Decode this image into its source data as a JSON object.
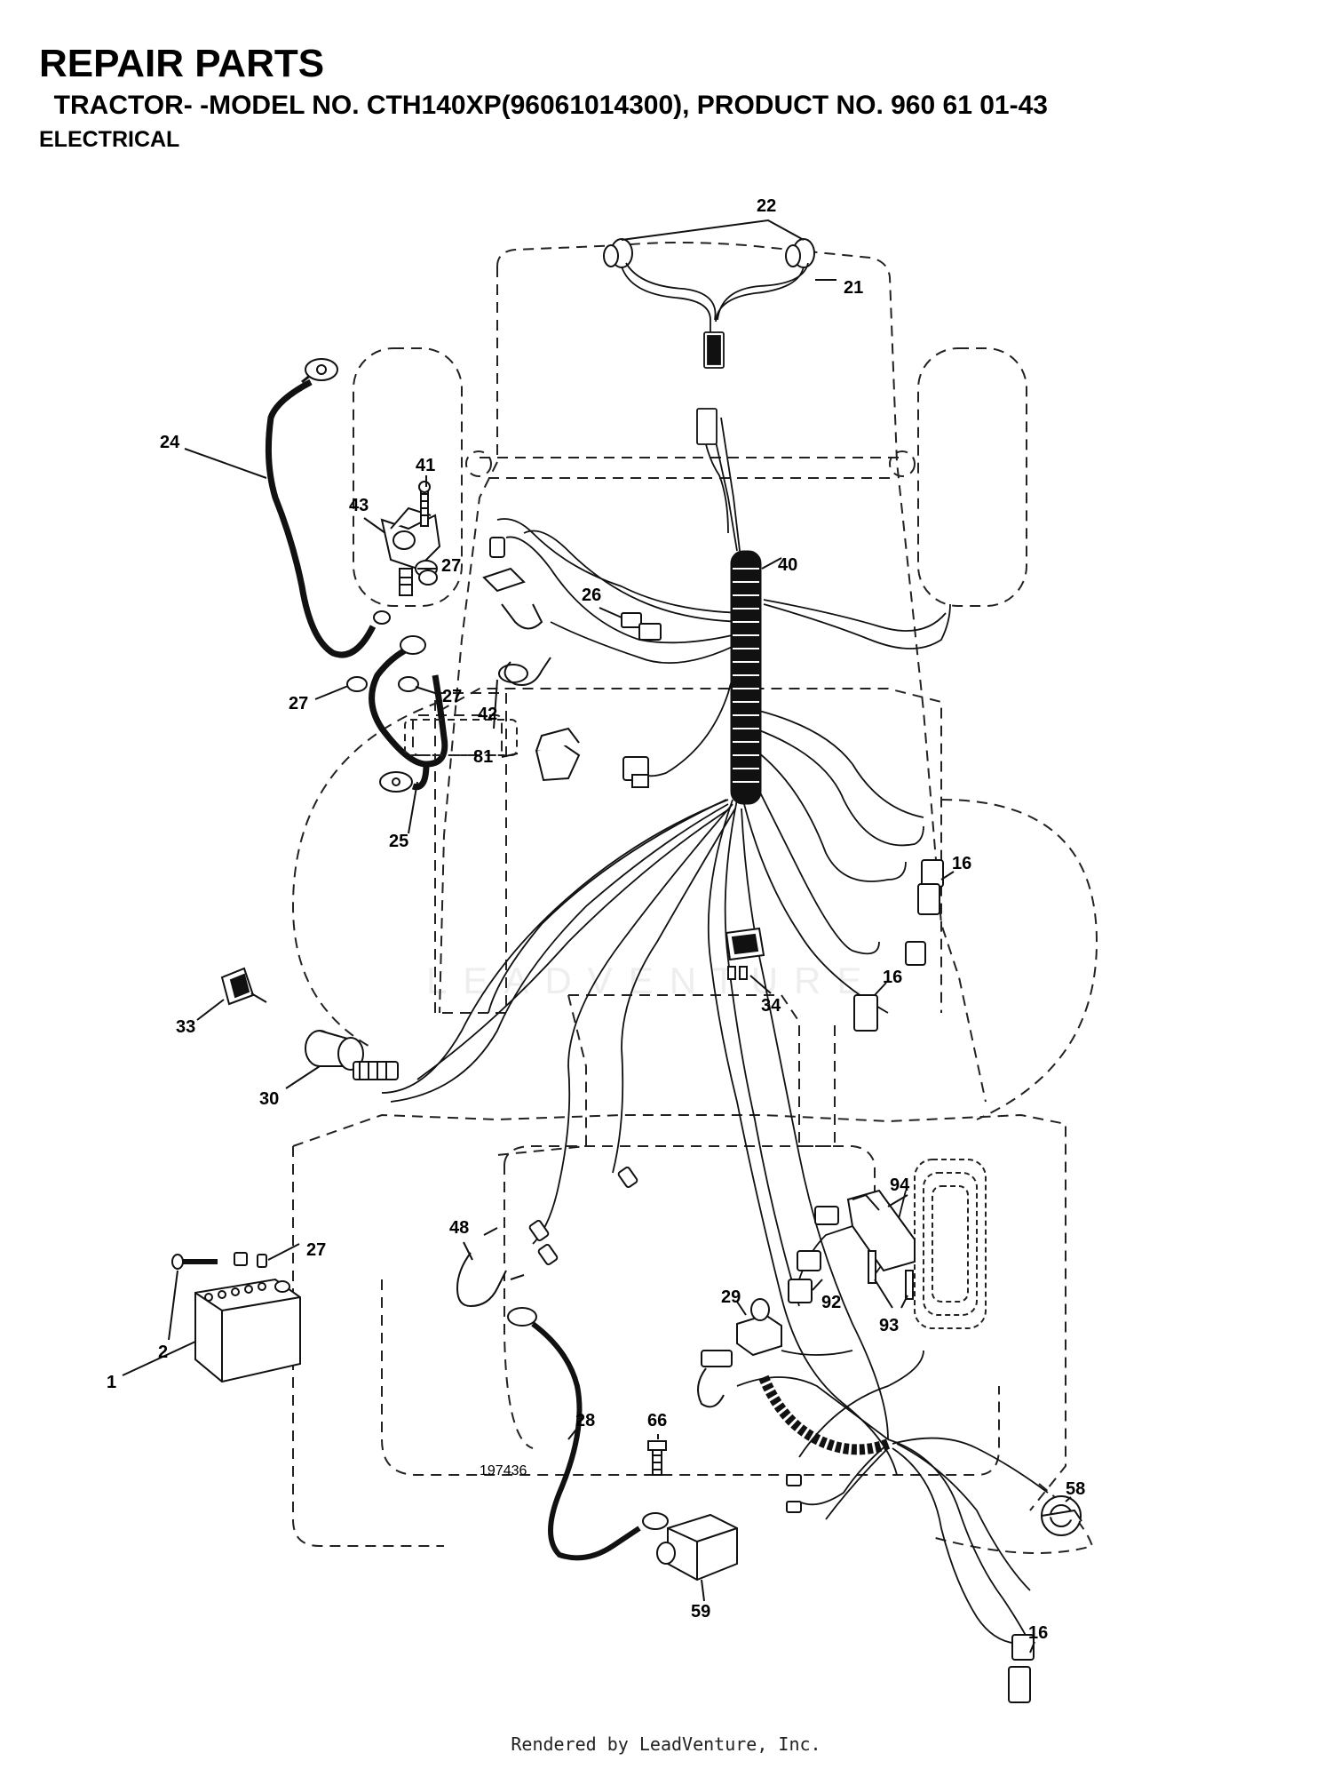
{
  "header": {
    "title": "REPAIR PARTS",
    "subtitle": "  TRACTOR- -MODEL NO. CTH140XP(96061014300), PRODUCT NO. 960 61 01-43",
    "section": "ELECTRICAL"
  },
  "watermark": "LEADVENTURE",
  "drawing_number": "197436",
  "footer": "Rendered by LeadVenture, Inc.",
  "callouts": [
    {
      "id": "c22",
      "label": "22"
    },
    {
      "id": "c21",
      "label": "21"
    },
    {
      "id": "c24",
      "label": "24"
    },
    {
      "id": "c41",
      "label": "41"
    },
    {
      "id": "c43",
      "label": "43"
    },
    {
      "id": "c27a",
      "label": "27"
    },
    {
      "id": "c40",
      "label": "40"
    },
    {
      "id": "c26",
      "label": "26"
    },
    {
      "id": "c27b",
      "label": "27"
    },
    {
      "id": "c27c",
      "label": "27"
    },
    {
      "id": "c42",
      "label": "42"
    },
    {
      "id": "c81",
      "label": "81"
    },
    {
      "id": "c25",
      "label": "25"
    },
    {
      "id": "c16a",
      "label": "16"
    },
    {
      "id": "c16b",
      "label": "16"
    },
    {
      "id": "c34",
      "label": "34"
    },
    {
      "id": "c33",
      "label": "33"
    },
    {
      "id": "c30",
      "label": "30"
    },
    {
      "id": "c48",
      "label": "48"
    },
    {
      "id": "c27d",
      "label": "27"
    },
    {
      "id": "c94",
      "label": "94"
    },
    {
      "id": "c2",
      "label": "2"
    },
    {
      "id": "c92",
      "label": "92"
    },
    {
      "id": "c29",
      "label": "29"
    },
    {
      "id": "c93",
      "label": "93"
    },
    {
      "id": "c1",
      "label": "1"
    },
    {
      "id": "c28",
      "label": "28"
    },
    {
      "id": "c66",
      "label": "66"
    },
    {
      "id": "c58",
      "label": "58"
    },
    {
      "id": "c59",
      "label": "59"
    },
    {
      "id": "c16c",
      "label": "16"
    }
  ]
}
